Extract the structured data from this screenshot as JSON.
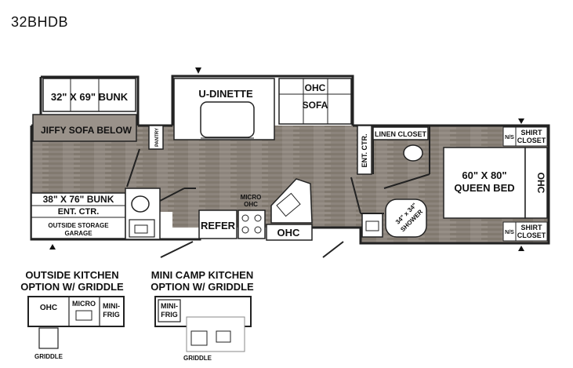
{
  "model": "32BHDB",
  "labels": {
    "bunk_top": "32\" X 69\" BUNK",
    "jiffy_sofa": "JIFFY SOFA BELOW",
    "pantry": "PANTRY",
    "u_dinette": "U-DINETTE",
    "ohc_top": "OHC",
    "sofa": "SOFA",
    "ent_ctr_vertical": "ENT. CTR.",
    "linen_closet": "LINEN CLOSET",
    "ns_top": "N/S",
    "shirt_closet_top_1": "SHIRT",
    "shirt_closet_top_2": "CLOSET",
    "bunk_bottom": "38\" X 76\" BUNK",
    "ent_ctr_bunk": "ENT. CTR.",
    "outside_storage": "OUTSIDE STORAGE",
    "garage": "GARAGE",
    "micro_ohc_1": "MICRO",
    "micro_ohc_2": "OHC",
    "refer": "REFER",
    "ohc_kitchen": "OHC",
    "shower_1": "34\" x 34\"",
    "shower_2": "SHOWER",
    "queen_bed_1": "60\" X 80\"",
    "queen_bed_2": "QUEEN BED",
    "ohc_bed": "OHC",
    "ns_bottom": "N/S",
    "shirt_closet_bottom_1": "SHIRT",
    "shirt_closet_bottom_2": "CLOSET"
  },
  "options": {
    "outside_kitchen": {
      "title_1": "OUTSIDE KITCHEN",
      "title_2": "OPTION W/ GRIDDLE",
      "ohc": "OHC",
      "micro": "MICRO",
      "mini_frig_1": "MINI-",
      "mini_frig_2": "FRIG",
      "griddle": "GRIDDLE"
    },
    "mini_camp_kitchen": {
      "title_1": "MINI CAMP KITCHEN",
      "title_2": "OPTION W/ GRIDDLE",
      "mini_frig_1": "MINI-",
      "mini_frig_2": "FRIG",
      "griddle": "GRIDDLE"
    }
  },
  "colors": {
    "floor": "#8d857d",
    "floor_dark": "#7b736b",
    "furniture": "#ffffff",
    "wall": "#222222"
  }
}
